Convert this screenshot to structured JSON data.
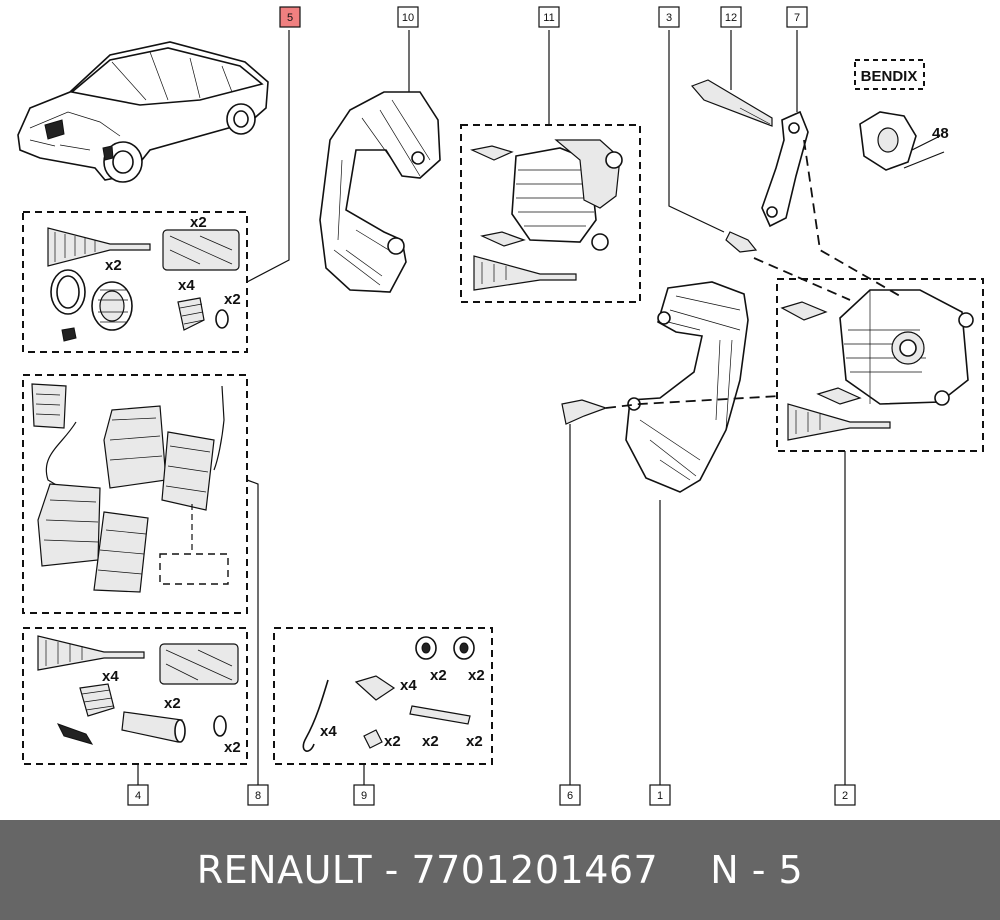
{
  "callouts": {
    "c1": "1",
    "c2": "2",
    "c3": "3",
    "c4": "4",
    "c5": "5",
    "c6": "6",
    "c7": "7",
    "c8": "8",
    "c9": "9",
    "c10": "10",
    "c11": "11",
    "c12": "12"
  },
  "highlight_color": "#f08080",
  "bendix_label": "BENDIX",
  "dimension_label": "48",
  "quantities": {
    "kit5_grease": "x2",
    "kit5_seal": "x2",
    "kit5_boot": "x4",
    "kit5_ring": "x2",
    "kit4_boot": "x4",
    "kit4_sleeve": "x2",
    "kit4_ring": "x2",
    "kit9_spring": "x4",
    "kit9_bolt": "x4",
    "kit9_washer_a": "x2",
    "kit9_washer_b": "x2",
    "kit9_nut": "x2",
    "kit9_clip": "x2",
    "kit9_pin": "x2"
  },
  "footer": {
    "brand": "RENAULT",
    "separator": " - ",
    "part_number": "7701201467",
    "position_code": "N - 5"
  }
}
